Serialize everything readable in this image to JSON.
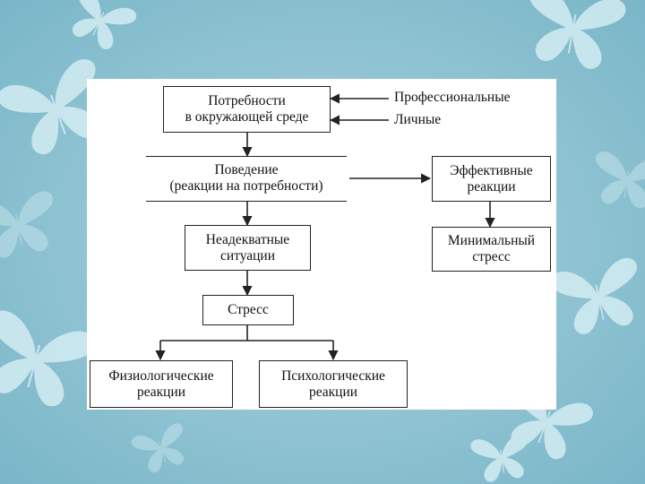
{
  "colors": {
    "background": "#8fc3d2",
    "butterfly": "#d4ecf2",
    "card": "#ffffff",
    "ink": "#222222"
  },
  "diagram": {
    "needs": [
      "Потребности",
      "в окружающей среде"
    ],
    "professional": "Профессиональные",
    "personal": "Личные",
    "behavior": [
      "Поведение",
      "(реакции на потребности)"
    ],
    "effective": [
      "Эффективные",
      "реакции"
    ],
    "inadequate": [
      "Неадекватные",
      "ситуации"
    ],
    "minimal": [
      "Минимальный",
      "стресс"
    ],
    "stress": "Стресс",
    "physio": [
      "Физиологические",
      "реакции"
    ],
    "psycho": [
      "Психологические",
      "реакции"
    ]
  },
  "decor": {
    "icons": [
      "butterfly-icon"
    ]
  }
}
